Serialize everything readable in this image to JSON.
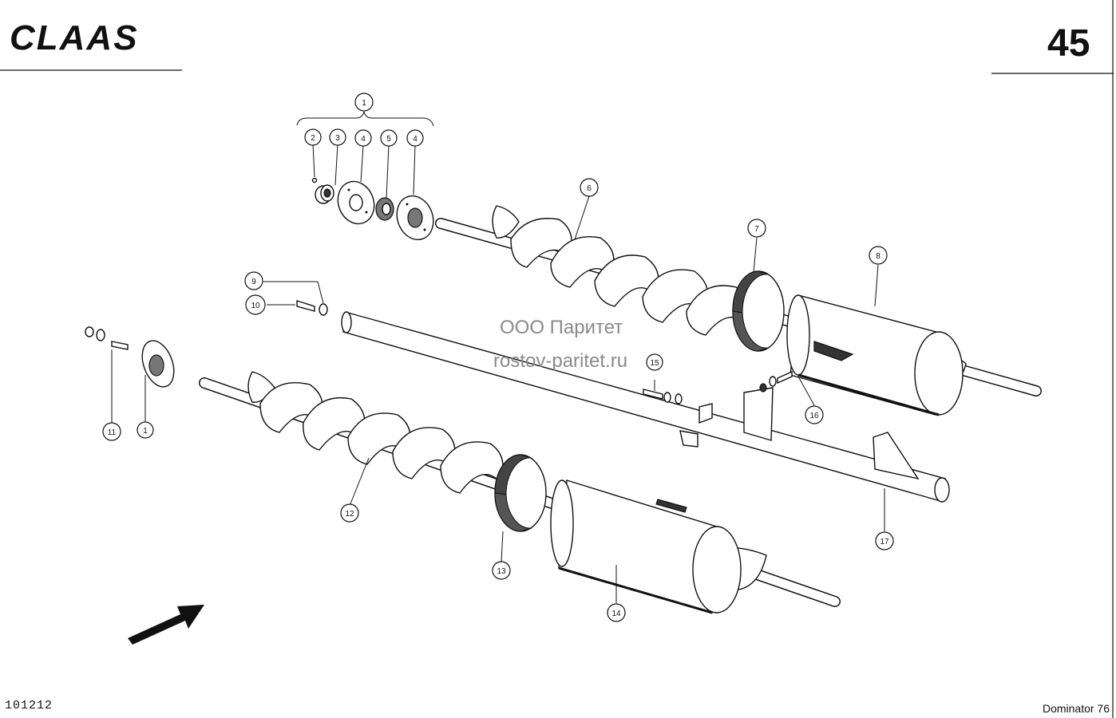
{
  "header": {
    "brand": "CLAAS",
    "page_number": "45"
  },
  "footer": {
    "drawing_code": "101212",
    "model": "Dominator 76"
  },
  "watermark": {
    "line1": "ООО Паритет",
    "line2": "rostov-paritet.ru"
  },
  "callouts": [
    {
      "id": "callout-1-top",
      "label": "1"
    },
    {
      "id": "callout-2",
      "label": "2"
    },
    {
      "id": "callout-3",
      "label": "3"
    },
    {
      "id": "callout-4a",
      "label": "4"
    },
    {
      "id": "callout-5",
      "label": "5"
    },
    {
      "id": "callout-4b",
      "label": "4"
    },
    {
      "id": "callout-6",
      "label": "6"
    },
    {
      "id": "callout-7",
      "label": "7"
    },
    {
      "id": "callout-8",
      "label": "8"
    },
    {
      "id": "callout-9",
      "label": "9"
    },
    {
      "id": "callout-10",
      "label": "10"
    },
    {
      "id": "callout-11",
      "label": "11"
    },
    {
      "id": "callout-1-left",
      "label": "1"
    },
    {
      "id": "callout-12",
      "label": "12"
    },
    {
      "id": "callout-13",
      "label": "13"
    },
    {
      "id": "callout-14",
      "label": "14"
    },
    {
      "id": "callout-15",
      "label": "15"
    },
    {
      "id": "callout-16",
      "label": "16"
    },
    {
      "id": "callout-17",
      "label": "17"
    }
  ]
}
